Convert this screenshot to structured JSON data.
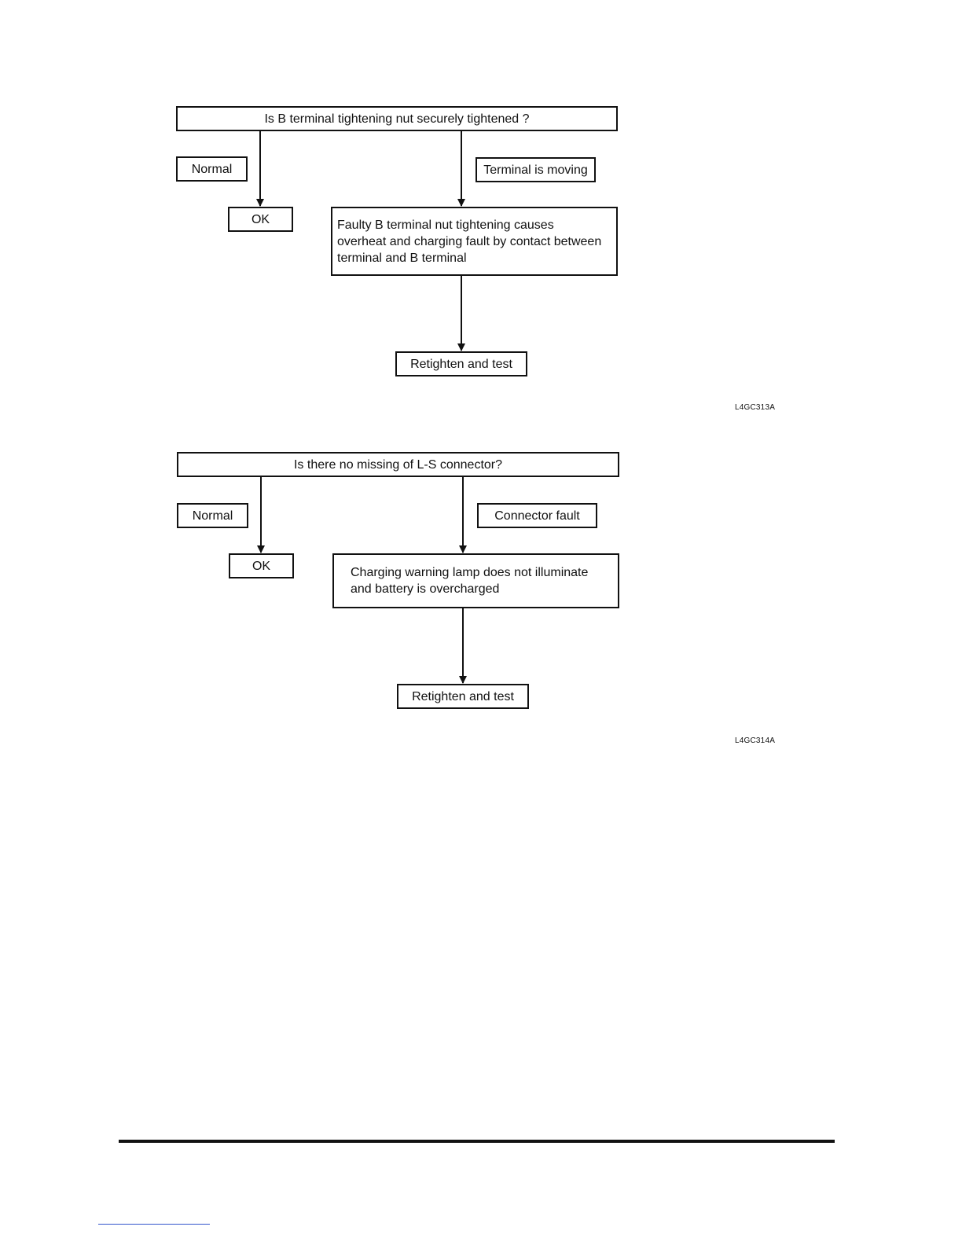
{
  "flowcharts": [
    {
      "question": "Is B terminal tightening nut securely tightened ?",
      "normal_label": "Normal",
      "ok_label": "OK",
      "fault_label": "Terminal is moving",
      "cause_text": "Faulty B terminal nut tightening causes\noverheat and charging fault by contact between\nterminal and B terminal",
      "action_label": "Retighten and test",
      "figure_code": "L4GC313A"
    },
    {
      "question": "Is there no missing of L-S connector?",
      "normal_label": "Normal",
      "ok_label": "OK",
      "fault_label": "Connector fault",
      "cause_text": "Charging warning lamp does not illuminate\nand battery is overcharged",
      "action_label": "Retighten and test",
      "figure_code": "L4GC314A"
    }
  ],
  "colors": {
    "line": "#111111",
    "background": "#ffffff",
    "footer_link": "#3355cc"
  }
}
